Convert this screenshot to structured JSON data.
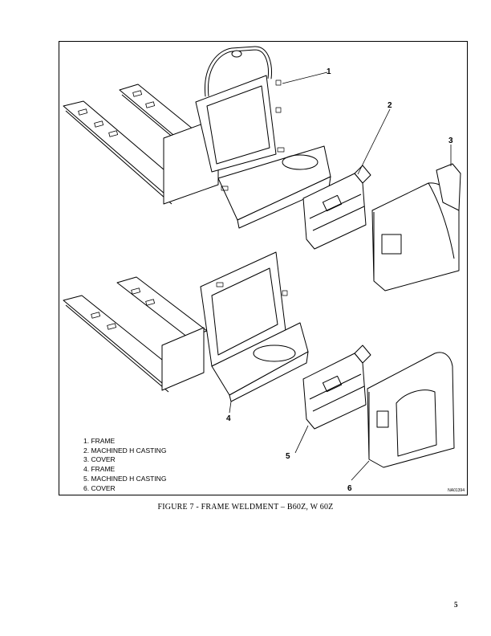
{
  "figure": {
    "callouts": [
      "1",
      "2",
      "3",
      "4",
      "5",
      "6"
    ],
    "legend": [
      "1. FRAME",
      "2. MACHINED H CASTING",
      "3. COVER",
      "4. FRAME",
      "5. MACHINED H CASTING",
      "6. COVER"
    ],
    "ref_code": "NA01394",
    "caption": "FIGURE 7 - FRAME WELDMENT – B60Z, W 60Z"
  },
  "page": {
    "number": "5"
  }
}
